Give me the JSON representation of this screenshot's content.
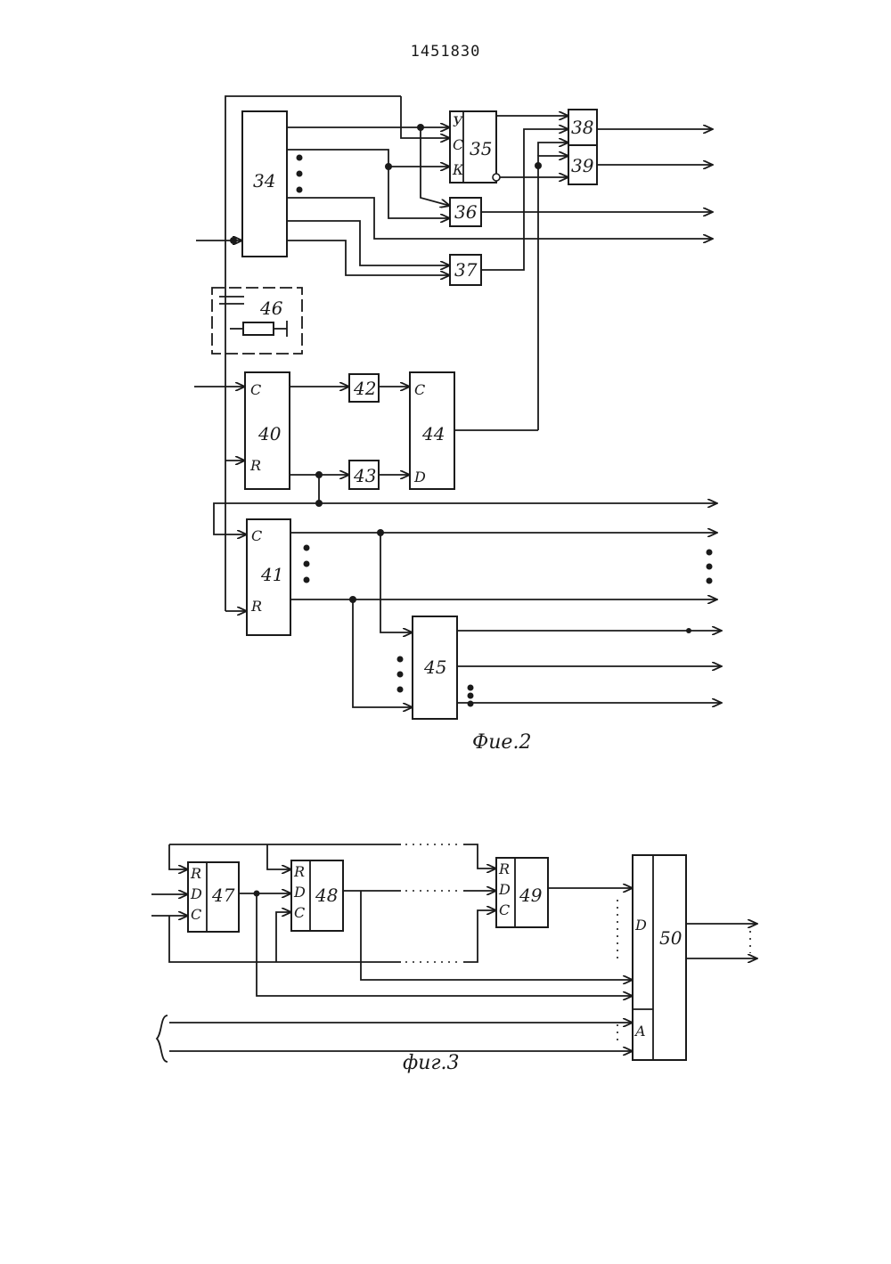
{
  "page_number": "1451830",
  "fig2": {
    "caption": "Фие.2",
    "blocks": {
      "b34": "34",
      "b35": "35",
      "b36": "36",
      "b37": "37",
      "b38": "38",
      "b39": "39",
      "b40": "40",
      "b41": "41",
      "b42": "42",
      "b43": "43",
      "b44": "44",
      "b45": "45",
      "b46": "46"
    },
    "pins": {
      "b35_y": "У",
      "b35_c": "С",
      "b35_k": "К",
      "b40_c": "C",
      "b40_r": "R",
      "b41_c": "C",
      "b41_r": "R",
      "b44_c": "C",
      "b44_d": "D"
    }
  },
  "fig3": {
    "caption": "фиг.3",
    "blocks": {
      "b47": "47",
      "b48": "48",
      "b49": "49",
      "b50": "50"
    },
    "pins": {
      "r": "R",
      "d": "D",
      "c": "C",
      "b50_d": "D",
      "b50_a": "A"
    }
  }
}
